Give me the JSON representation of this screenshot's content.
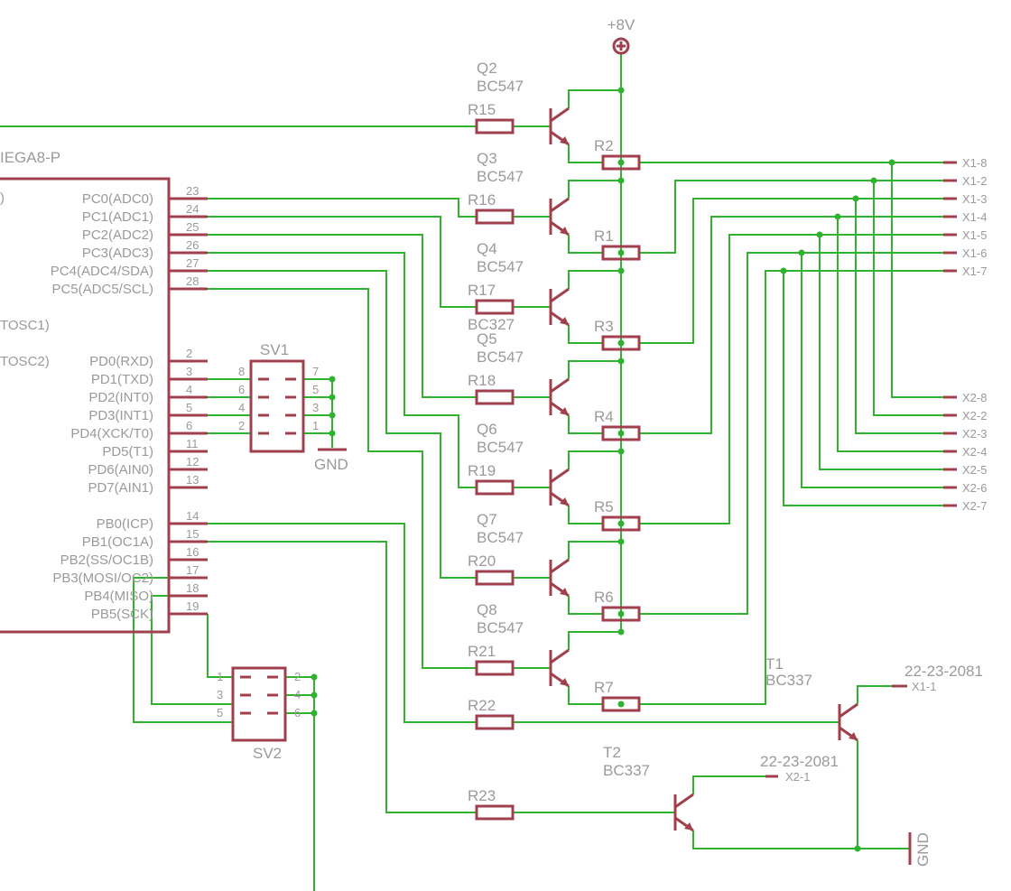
{
  "colors": {
    "wire": "#2fb32f",
    "part": "#a0404c",
    "text": "#9a9a9a"
  },
  "mcu": {
    "name_partial": "IEGA8-P",
    "left_fragments": [
      ")",
      "TOSC1)",
      "TOSC2)"
    ],
    "pins": [
      {
        "num": "23",
        "label": "PC0(ADC0)"
      },
      {
        "num": "24",
        "label": "PC1(ADC1)"
      },
      {
        "num": "25",
        "label": "PC2(ADC2)"
      },
      {
        "num": "26",
        "label": "PC3(ADC3)"
      },
      {
        "num": "27",
        "label": "PC4(ADC4/SDA)"
      },
      {
        "num": "28",
        "label": "PC5(ADC5/SCL)"
      },
      {
        "num": "2",
        "label": "PD0(RXD)"
      },
      {
        "num": "3",
        "label": "PD1(TXD)"
      },
      {
        "num": "4",
        "label": "PD2(INT0)"
      },
      {
        "num": "5",
        "label": "PD3(INT1)"
      },
      {
        "num": "6",
        "label": "PD4(XCK/T0)"
      },
      {
        "num": "11",
        "label": "PD5(T1)"
      },
      {
        "num": "12",
        "label": "PD6(AIN0)"
      },
      {
        "num": "13",
        "label": "PD7(AIN1)"
      },
      {
        "num": "14",
        "label": "PB0(ICP)"
      },
      {
        "num": "15",
        "label": "PB1(OC1A)"
      },
      {
        "num": "16",
        "label": "PB2(SS/OC1B)"
      },
      {
        "num": "17",
        "label": "PB3(MOSI/OC2)"
      },
      {
        "num": "18",
        "label": "PB4(MISO)"
      },
      {
        "num": "19",
        "label": "PB5(SCK)"
      }
    ]
  },
  "power": {
    "vcc_label": "+8V",
    "gnd_label": "GND"
  },
  "sv1": {
    "name": "SV1",
    "left_pins": [
      "8",
      "6",
      "4",
      "2"
    ],
    "right_pins": [
      "7",
      "5",
      "3",
      "1"
    ],
    "gnd_label": "GND"
  },
  "sv2": {
    "name": "SV2",
    "left_pins": [
      "1",
      "3",
      "5"
    ],
    "right_pins": [
      "2",
      "4",
      "6"
    ]
  },
  "transistors": [
    {
      "name": "Q2",
      "type": "BC547",
      "resistor": "R15",
      "emitter_resistor": "R2"
    },
    {
      "name": "Q3",
      "type": "BC547",
      "resistor": "R16",
      "emitter_resistor": "R1"
    },
    {
      "name": "Q4",
      "type": "BC547",
      "resistor": "R17",
      "emitter_resistor": "R3"
    },
    {
      "name": "Q5",
      "type": "BC547",
      "resistor": "R18",
      "emitter_resistor": "R4"
    },
    {
      "name": "Q6",
      "type": "BC547",
      "resistor": "R19",
      "emitter_resistor": "R5"
    },
    {
      "name": "Q7",
      "type": "BC547",
      "resistor": "R20",
      "emitter_resistor": "R6"
    },
    {
      "name": "Q8",
      "type": "BC547",
      "resistor": "R21",
      "emitter_resistor": "R7"
    }
  ],
  "overlap_label": "BC327",
  "t1": {
    "name": "T1",
    "type": "BC337",
    "resistor": "R22",
    "connector": "22-23-2081",
    "pin": "X1-1"
  },
  "t2": {
    "name": "T2",
    "type": "BC337",
    "resistor": "R23",
    "connector": "22-23-2081",
    "pin": "X2-1"
  },
  "x1_pins": [
    "X1-8",
    "X1-2",
    "X1-3",
    "X1-4",
    "X1-5",
    "X1-6",
    "X1-7"
  ],
  "x2_pins": [
    "X2-8",
    "X2-2",
    "X2-3",
    "X2-4",
    "X2-5",
    "X2-6",
    "X2-7"
  ]
}
